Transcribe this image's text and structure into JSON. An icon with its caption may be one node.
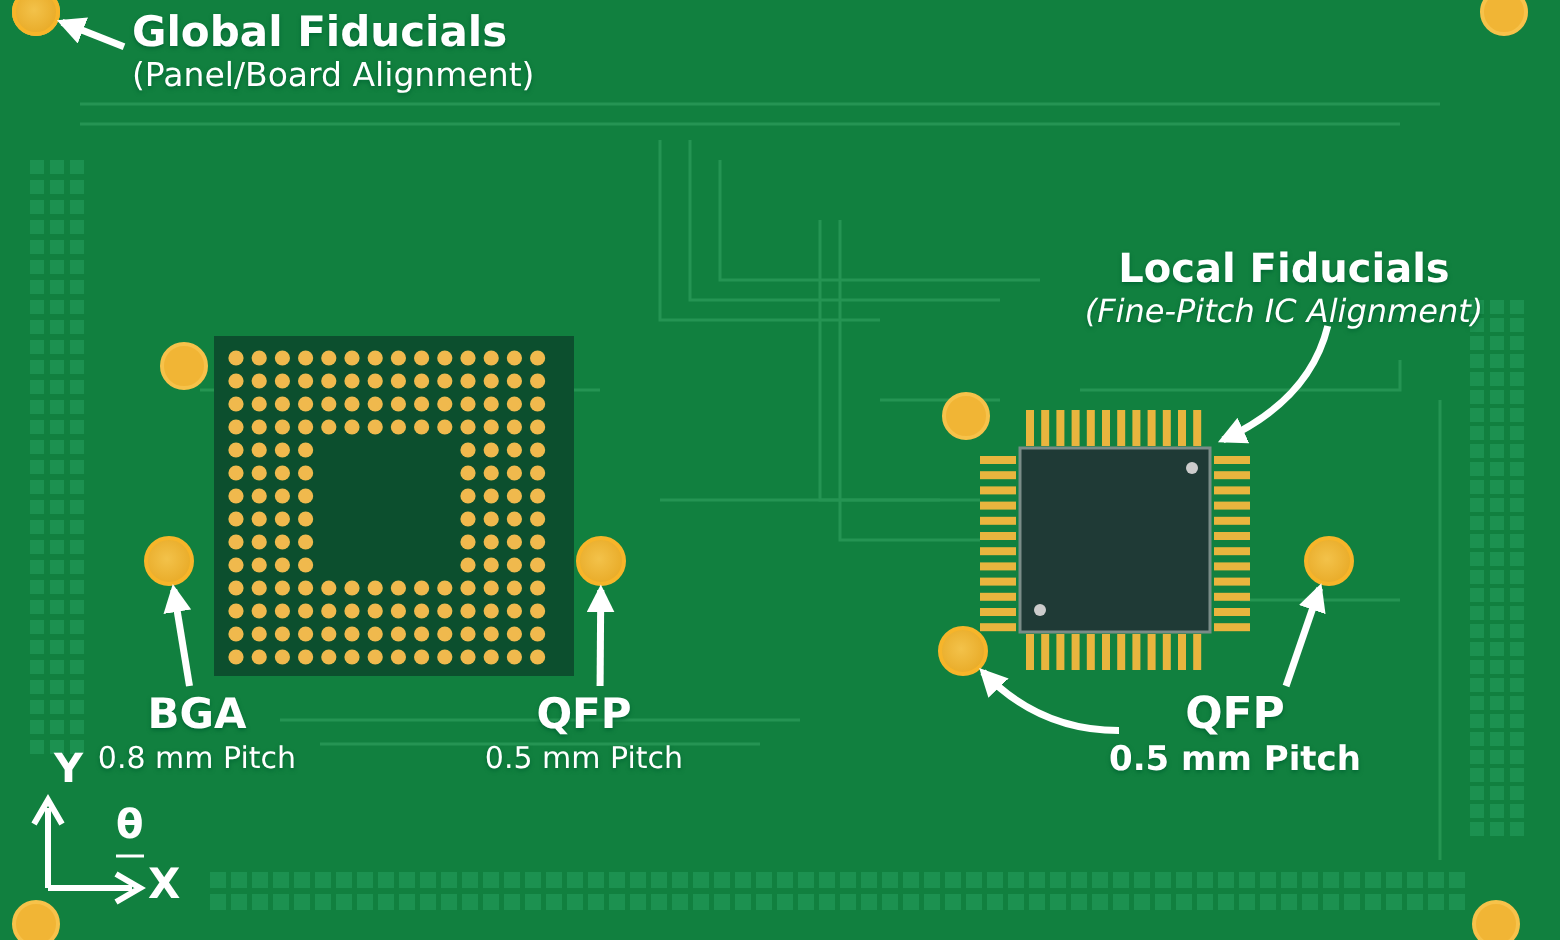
{
  "diagram": {
    "nodes": [
      {
        "text": [
          "Global Fiducials",
          "(Panel/Board Alignment)"
        ]
      },
      {
        "text": [],
        "shape": "circle"
      },
      {
        "text": [
          "BGA",
          "0.8 mm Pitch"
        ]
      },
      {
        "text": [],
        "shape": "circle"
      },
      {
        "text": [
          "QFP",
          "0.5 mm Pitch"
        ]
      },
      {
        "text": [],
        "shape": "circle"
      },
      {
        "text": [
          "Local Fiducials",
          "(Fine-Pitch IC Alignment)"
        ]
      },
      {
        "text": [],
        "shape": "picture"
      },
      {
        "text": [
          "QFP",
          "0.5 mm Pitch"
        ]
      },
      {
        "text": [],
        "shape": "circle"
      },
      {
        "text": [],
        "shape": "circle"
      }
    ],
    "edges": [
      {
        "from": 0,
        "to": 1,
        "arrow": "to"
      },
      {
        "from": 2,
        "to": 3,
        "arrow": "to"
      },
      {
        "from": 4,
        "to": 5,
        "arrow": "to"
      },
      {
        "from": 6,
        "to": 7,
        "arrow": "to"
      },
      {
        "from": 8,
        "to": 9,
        "arrow": "to"
      },
      {
        "from": 8,
        "to": 10,
        "arrow": "to"
      }
    ],
    "labels": [
      "Y",
      "θ",
      "X"
    ]
  }
}
